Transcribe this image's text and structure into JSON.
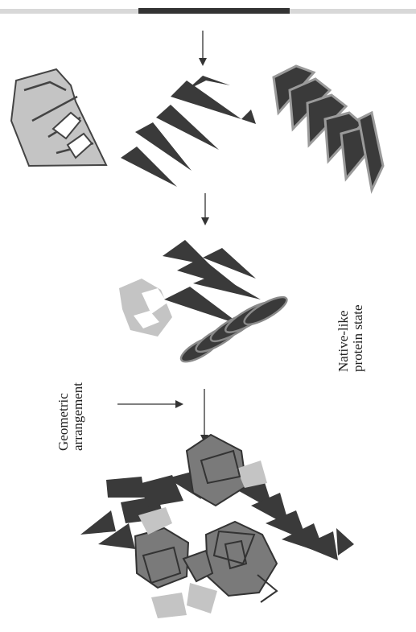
{
  "labels": {
    "geometric_line1": "Geometric",
    "geometric_line2": "arrangement",
    "native_line1": "Native-like",
    "native_line2": "protein state"
  },
  "colors": {
    "dark": "#3a3a3a",
    "mid": "#7a7a7a",
    "light": "#c4c4c4",
    "outline": "#444444",
    "bar_dark": "#333333",
    "bar_light": "#d8d8d8",
    "paper": "#ffffff"
  }
}
